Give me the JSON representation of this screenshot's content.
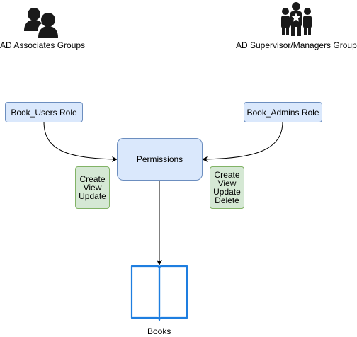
{
  "groups": {
    "left": {
      "label": "AD Associates Groups",
      "icon": "user-group-icon"
    },
    "right": {
      "label": "AD Supervisor/Managers Group",
      "icon": "manager-group-icon"
    }
  },
  "roles": {
    "users": "Book_Users Role",
    "admins": "Book_Admins Role"
  },
  "permissions": "Permissions",
  "users_grants": [
    "Create",
    "View",
    "Update"
  ],
  "admins_grants": [
    "Create",
    "View",
    "Update",
    "Delete"
  ],
  "books": {
    "label": "Books",
    "icon": "book-icon"
  },
  "colors": {
    "node_fill": "#dae8fc",
    "node_stroke": "#6c8ebf",
    "grant_fill": "#d5e8d4",
    "grant_stroke": "#82b366",
    "book_stroke": "#1e7ee0",
    "icon_fill": "#1a1a1a"
  }
}
